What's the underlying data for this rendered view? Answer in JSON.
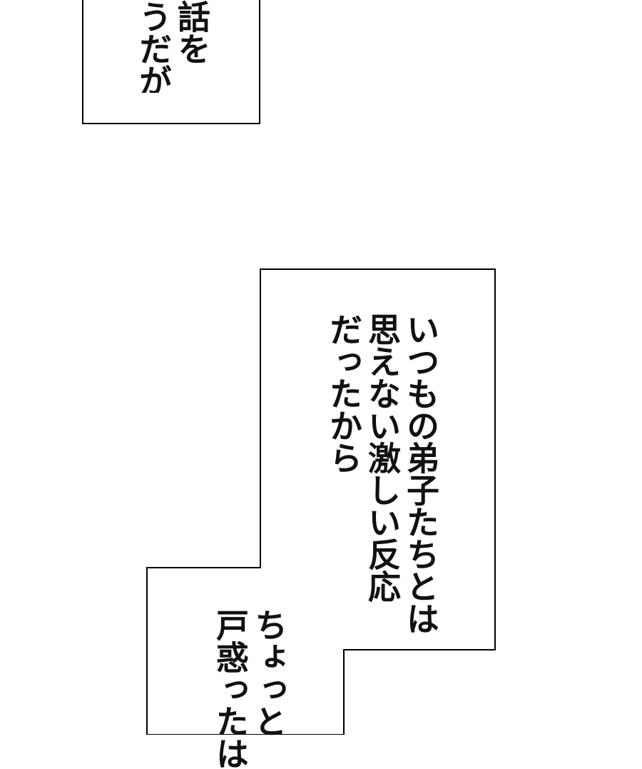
{
  "caption_boxes": [
    {
      "lines": [
        "話を",
        "うだが"
      ]
    },
    {
      "lines": [
        "いつもの弟子たちとは",
        "思えない激しい反応",
        "だったから"
      ]
    },
    {
      "lines": [
        "ちょっと",
        "戸惑ったは"
      ]
    }
  ],
  "colors": {
    "background": "#ffffff",
    "border": "#000000",
    "text": "#111111"
  }
}
